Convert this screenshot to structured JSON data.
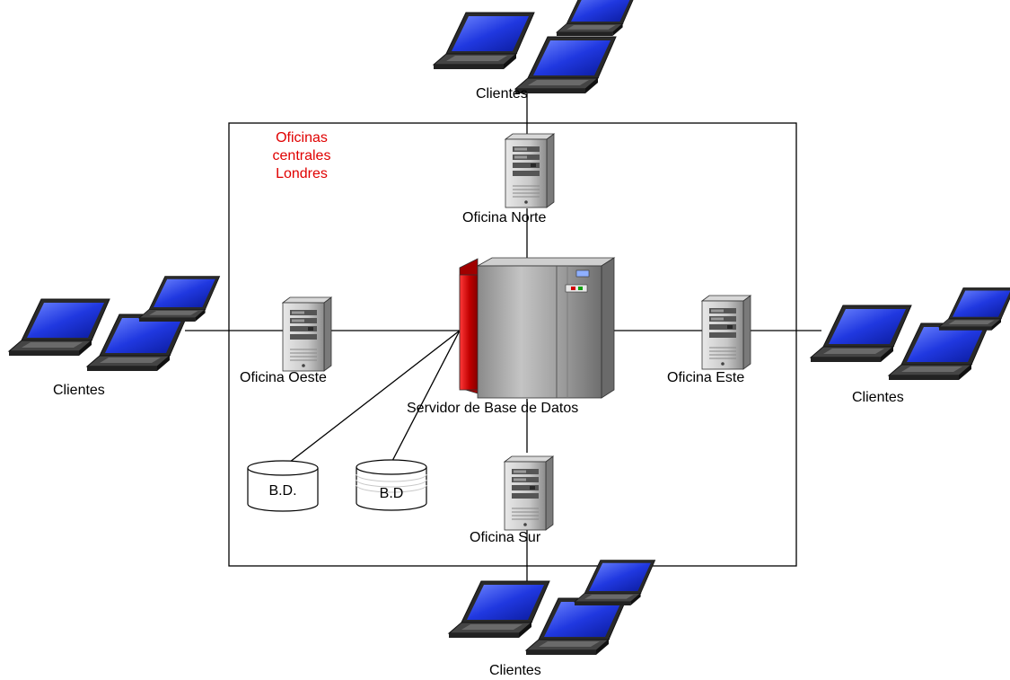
{
  "headquarters": {
    "line1": "Oficinas",
    "line2": "centrales",
    "line3": "Londres"
  },
  "offices": {
    "north": "Oficina Norte",
    "south": "Oficina Sur",
    "east": "Oficina Este",
    "west": "Oficina Oeste"
  },
  "server": {
    "label": "Servidor de Base de Datos"
  },
  "databases": {
    "db1": "B.D.",
    "db2": "B.D"
  },
  "clients": {
    "north": "Clientes",
    "south": "Clientes",
    "east": "Clientes",
    "west": "Clientes"
  },
  "colors": {
    "headquarters_text": "#e00000",
    "screen": "#1a2fd8",
    "server_red": "#cc0000",
    "server_gray": "#9a9a9a"
  }
}
